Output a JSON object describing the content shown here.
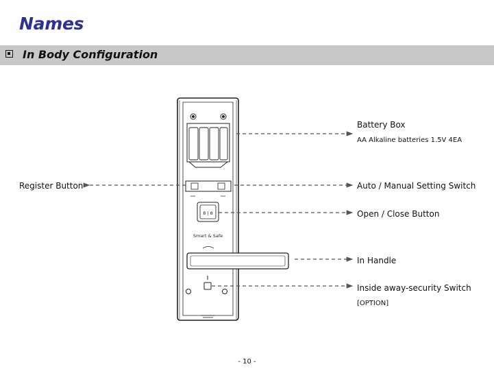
{
  "page": {
    "title": "Names",
    "section_title": "In Body Configuration",
    "page_number": "- 10 -"
  },
  "device": {
    "brand_text": "Smart & Safe",
    "button_marks": "8 | 8"
  },
  "labels": {
    "battery_box": "Battery Box",
    "battery_spec": "AA Alkaline batteries 1.5V 4EA",
    "register_button": "Register Button",
    "auto_manual_switch": "Auto / Manual Setting Switch",
    "open_close_button": "Open / Close Button",
    "in_handle": "In Handle",
    "inside_away_switch": "Inside away-security Switch",
    "option": "[OPTION]"
  },
  "colors": {
    "title": "#2e3192",
    "section_bar": "#c8c8c8",
    "leader_line": "#555555"
  }
}
